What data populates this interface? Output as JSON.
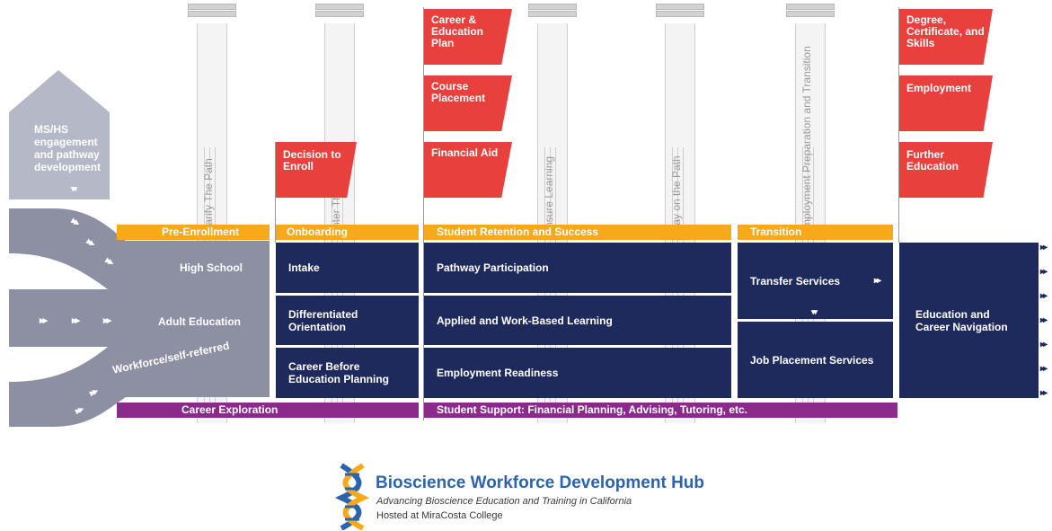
{
  "pillars": [
    {
      "label": "Clarify The Path"
    },
    {
      "label": "Enter The Path"
    },
    {
      "label": "Ensure Learning"
    },
    {
      "label": "Stay on the Path"
    },
    {
      "label": "Employment Preparation and Transition"
    }
  ],
  "flags": {
    "decision": "Decision to Enroll",
    "career_plan": "Career & Education Plan",
    "course_placement": "Course Placement",
    "financial_aid": "Financial Aid",
    "degree": "Degree, Certificate, and Skills",
    "employment": "Employment",
    "further_education": "Further Education"
  },
  "entry": {
    "ms_hs": "MS/HS engagement and pathway development",
    "high_school": "High School",
    "adult_education": "Adult Education",
    "workforce": "Workforce/self-referred"
  },
  "phases": {
    "pre_enrollment": "Pre-Enrollment",
    "onboarding": "Onboarding",
    "retention": "Student Retention and Success",
    "transition": "Transition"
  },
  "onboarding_cells": [
    "Intake",
    "Differentiated Orientation",
    "Career Before Education Planning"
  ],
  "retention_cells": [
    "Pathway Participation",
    "Applied and Work-Based Learning",
    "Employment Readiness"
  ],
  "transition_cells": {
    "transfer": "Transfer Services",
    "job_placement": "Job Placement Services"
  },
  "navigation": "Education and Career Navigation",
  "support": {
    "career_exploration": "Career Exploration",
    "student_support": "Student Support: Financial Planning, Advising, Tutoring, etc."
  },
  "arrows": {
    "double": "▸▸",
    "down": "▾▾"
  },
  "branding": {
    "title": "Bioscience Workforce Development Hub",
    "subtitle": "Advancing Bioscience Education and Training in California",
    "hosted": "Hosted at MiraCosta College"
  },
  "colors": {
    "red": "#e8403c",
    "navy": "#1f2a5c",
    "orange": "#f5a91b",
    "purple": "#8a2b8c",
    "gray": "#8d90a3",
    "brand_blue": "#2b64ad"
  }
}
